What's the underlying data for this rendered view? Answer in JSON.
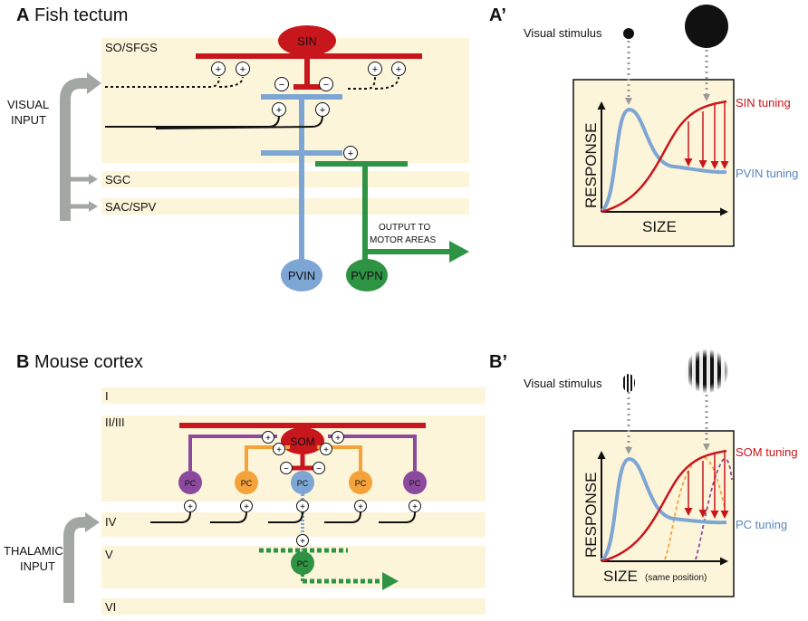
{
  "colors": {
    "band": "#fdf5da",
    "red": "#c8161d",
    "blue": "#7ea6d4",
    "green": "#2e9444",
    "grey": "#a3a7a3",
    "purple": "#8c4a9e",
    "orange": "#f4a23a",
    "panel": "#fdf5da"
  },
  "panelA": {
    "label": "A",
    "title": "Fish tectum",
    "layers": [
      "SO/SFGS",
      "SGC",
      "SAC/SPV"
    ],
    "input_line1": "VISUAL",
    "input_line2": "INPUT",
    "sin": "SIN",
    "pvin": "PVIN",
    "pvpn": "PVPN",
    "output_line1": "OUTPUT TO",
    "output_line2": "MOTOR AREAS"
  },
  "panelA2": {
    "label": "A’",
    "stimulus": "Visual stimulus",
    "ylabel": "RESPONSE",
    "xlabel": "SIZE",
    "curve_red": "SIN tuning",
    "curve_blue": "PVIN tuning"
  },
  "panelB": {
    "label": "B",
    "title": "Mouse cortex",
    "layers": [
      "I",
      "II/III",
      "IV",
      "V",
      "VI"
    ],
    "input_line1": "THALAMIC",
    "input_line2": "INPUT",
    "som": "SOM",
    "pc": "PC"
  },
  "panelB2": {
    "label": "B’",
    "stimulus": "Visual stimulus",
    "ylabel": "RESPONSE",
    "xlabel": "SIZE",
    "xlabel_note": "(same position)",
    "curve_red": "SOM tuning",
    "curve_blue": "PC tuning"
  },
  "signs": {
    "plus": "+",
    "minus": "−"
  }
}
